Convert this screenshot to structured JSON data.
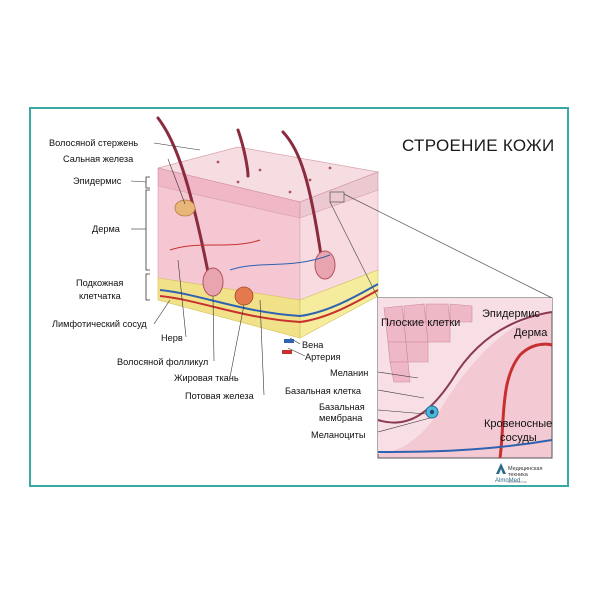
{
  "title": "СТРОЕНИЕ КОЖИ",
  "labels_left": {
    "hair_shaft": "Волосяной стержень",
    "sebaceous_gland": "Сальная железа",
    "epidermis": "Эпидермис",
    "dermis": "Дерма",
    "subcutaneous_1": "Подкожная",
    "subcutaneous_2": "клетчатка",
    "lymph_vessel": "Лимфотический сосуд"
  },
  "labels_bottom": {
    "nerve": "Нерв",
    "hair_follicle": "Волосяной фолликул",
    "fat_tissue": "Жировая ткань",
    "sweat_gland": "Потовая железа",
    "vein": "Вена",
    "artery": "Артерия"
  },
  "labels_inset": {
    "flat_cells": "Плоские клетки",
    "epidermis": "Эпидермис",
    "dermis": "Дерма",
    "melanin": "Меланин",
    "basal_cell": "Базальная клетка",
    "basal_membrane_1": "Базальная",
    "basal_membrane_2": "мембрана",
    "melanocytes": "Меланоциты",
    "blood_vessels_1": "Кровеносные",
    "blood_vessels_2": "сосуды"
  },
  "brand": {
    "line1": "Медицинская",
    "line2": "техника",
    "name": "AlmoMed",
    "site": "almamed.su",
    "logo_color": "#2b6b8a"
  },
  "colors": {
    "frame": "#3aa9a6",
    "skin_top": "#f4d6dc",
    "dermis": "#f3c2cf",
    "fat": "#f2e48c",
    "inset_border": "#555555"
  }
}
